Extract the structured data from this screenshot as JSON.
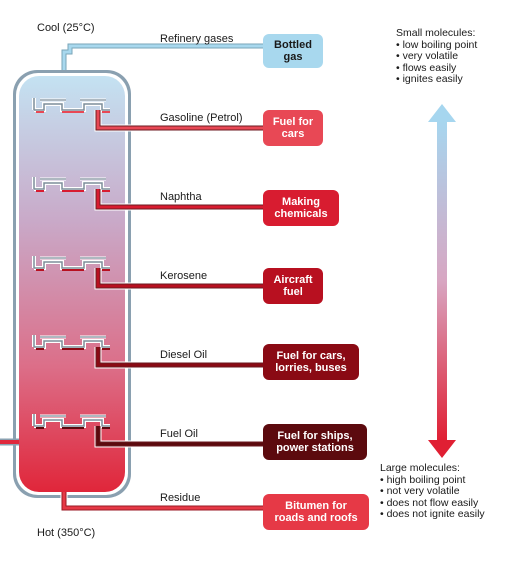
{
  "temperatures": {
    "top": "Cool (25°C)",
    "bottom": "Hot (350°C)"
  },
  "fractions": [
    {
      "name": "Refinery gases",
      "use": [
        "Bottled",
        "gas"
      ],
      "color": "#a8d8ee",
      "text_color": "#1a1a1a"
    },
    {
      "name": "Gasoline (Petrol)",
      "use": [
        "Fuel for",
        "cars"
      ],
      "color": "#e84855",
      "text_color": "#ffffff"
    },
    {
      "name": "Naphtha",
      "use": [
        "Making",
        "chemicals"
      ],
      "color": "#d81c30",
      "text_color": "#ffffff"
    },
    {
      "name": "Kerosene",
      "use": [
        "Aircraft",
        "fuel"
      ],
      "color": "#b81020",
      "text_color": "#ffffff"
    },
    {
      "name": "Diesel Oil",
      "use": [
        "Fuel for cars,",
        "lorries, buses"
      ],
      "color": "#8a0a14",
      "text_color": "#ffffff"
    },
    {
      "name": "Fuel Oil",
      "use": [
        "Fuel for ships,",
        "power stations"
      ],
      "color": "#5c0a0e",
      "text_color": "#ffffff"
    },
    {
      "name": "Residue",
      "use": [
        "Bitumen for",
        "roads and roofs"
      ],
      "color": "#e63946",
      "text_color": "#ffffff"
    }
  ],
  "small_molecules": {
    "heading": "Small molecules:",
    "points": [
      "• low boiling point",
      "• very volatile",
      "• flows easily",
      "• ignites easily"
    ]
  },
  "large_molecules": {
    "heading": "Large molecules:",
    "points": [
      "• high boiling point",
      "• not very volatile",
      "• does not flow easily",
      "• does not ignite easily"
    ]
  },
  "colors": {
    "column_top": "#b8dcef",
    "column_bottom": "#e0283c",
    "gas_pipe": "#9fd3ea",
    "arrow_top": "#a6d6ef",
    "arrow_bottom": "#e01f33"
  }
}
